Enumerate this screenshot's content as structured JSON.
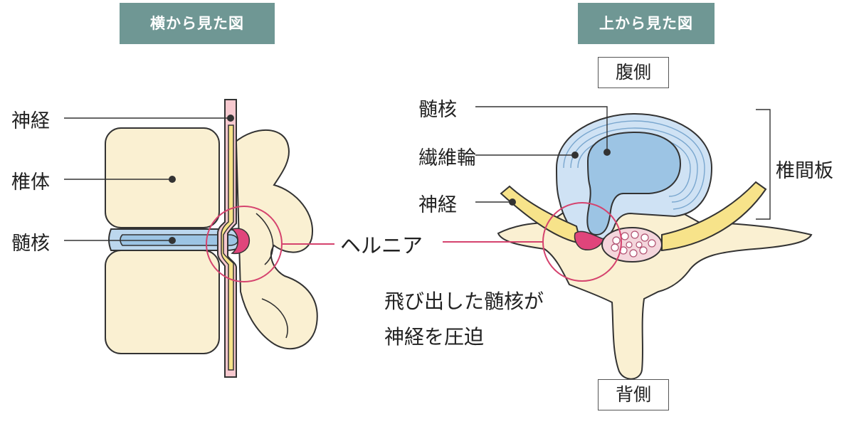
{
  "views": {
    "side": "横から見た図",
    "top": "上から見た図"
  },
  "directions": {
    "ventral": "腹側",
    "dorsal": "背側"
  },
  "side_labels": {
    "nerve": "神経",
    "vertebral_body": "椎体",
    "nucleus": "髄核"
  },
  "top_labels": {
    "nucleus": "髄核",
    "annulus": "繊維輪",
    "nerve": "神経",
    "disc": "椎間板"
  },
  "hernia": "ヘルニア",
  "caption": {
    "line1": "飛び出した髄核が",
    "line2": "神経を圧迫"
  },
  "colors": {
    "bone": "#faf0d2",
    "disc_blue": "#bcd7ee",
    "nerve_yellow": "#f7e38a",
    "pink": "#e0457b",
    "callout": "#d5436e"
  }
}
